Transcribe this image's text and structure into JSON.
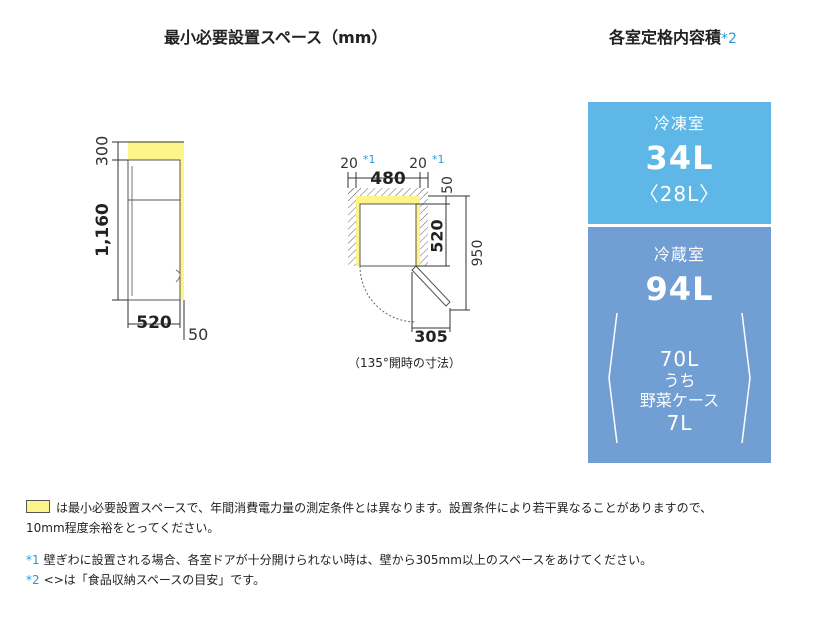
{
  "space": {
    "title": "最小必要設置スペース（mm）",
    "side": {
      "top_clearance": "300",
      "height": "1,160",
      "depth": "520",
      "rear_clearance": "50"
    },
    "plan": {
      "left_gap": "20",
      "right_gap": "20",
      "gap_mark": "*1",
      "width": "480",
      "rear_gap": "50",
      "depth": "520",
      "open_depth": "950",
      "door_width": "305",
      "caption": "（135°開時の寸法）"
    }
  },
  "capacity": {
    "title": "各室定格内容積",
    "title_mark": "*2",
    "freezer": {
      "name": "冷凍室",
      "volume": "34L",
      "storage": "〈28L〉"
    },
    "fridge": {
      "name": "冷蔵室",
      "volume": "94L",
      "storage": "70L",
      "sub_prefix": "うち",
      "sub_name": "野菜ケース",
      "sub_volume": "7L"
    }
  },
  "notes": {
    "legend_line1": "は最小必要設置スペースで、年間消費電力量の測定条件とは異なります。設置条件により若干異なることがありますので、",
    "legend_line2": "10mm程度余裕をとってください。",
    "n1_mark": "*1",
    "n1_text": "壁ぎわに設置される場合、各室ドアが十分開けられない時は、壁から305mm以上のスペースをあけてください。",
    "n2_mark": "*2",
    "n2_text": "<>は「食品収納スペースの目安」です。"
  },
  "colors": {
    "space_fill": "#fef58a",
    "freezer_bg": "#5eb7e6",
    "fridge_bg": "#719ed3",
    "mark": "#2a9bd7"
  }
}
